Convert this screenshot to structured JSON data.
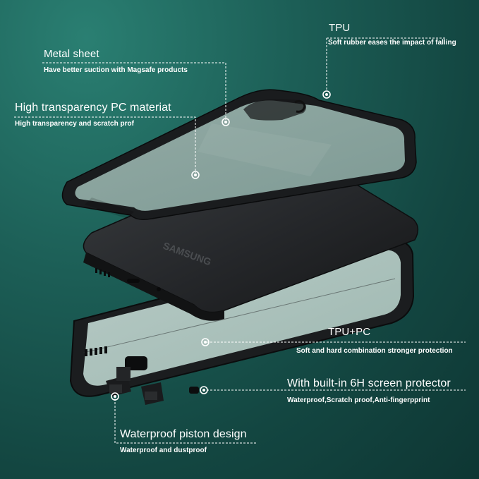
{
  "colors": {
    "background": "#17524c",
    "case_frame": "#1d1f21",
    "phone_body": "#2a2c2f",
    "screen_tint": "#9fb8b2",
    "annotation": "#ffffff"
  },
  "logo_text": "SAMSUNG",
  "annotations": {
    "tpu": {
      "title": "TPU",
      "desc": "Soft rubber eases the impact of falling"
    },
    "metal": {
      "title": "Metal sheet",
      "desc": "Have better suction with Magsafe products"
    },
    "pc": {
      "title": "High transparency PC materiat",
      "desc": "High transparency and scratch prof"
    },
    "tpupc": {
      "title": "TPU+PC",
      "desc": "Soft and hard combination stronger protection"
    },
    "screen": {
      "title": "With built-in 6H screen protector",
      "desc": "Waterproof,Scratch proof,Anti-fingerpprint"
    },
    "piston": {
      "title": "Waterproof piston design",
      "desc": "Waterproof and dustproof"
    }
  }
}
